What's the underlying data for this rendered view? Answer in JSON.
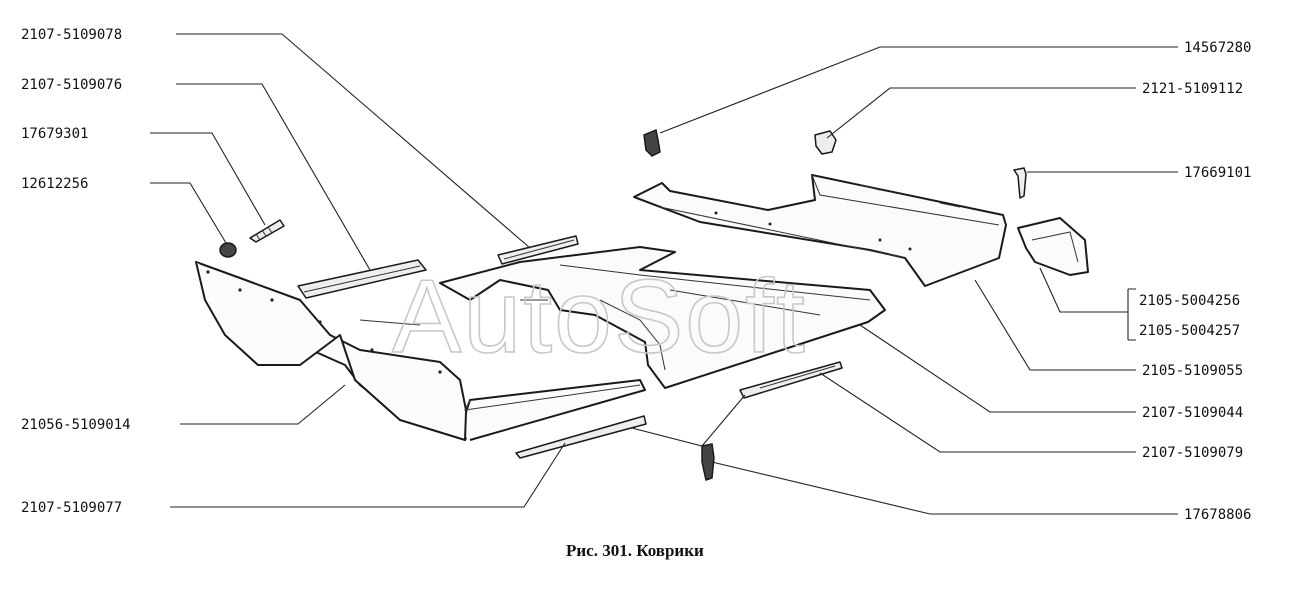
{
  "caption": "Рис. 301. Коврики",
  "watermark": "AutoSoft",
  "labels_left": {
    "l1": "2107-5109078",
    "l2": "2107-5109076",
    "l3": "17679301",
    "l4": "12612256",
    "l5": "21056-5109014",
    "l6": "2107-5109077"
  },
  "labels_right": {
    "r1": "14567280",
    "r2": "2121-5109112",
    "r3": "17669101",
    "r4a": "2105-5004256",
    "r4b": "2105-5004257",
    "r5": "2105-5109055",
    "r6": "2107-5109044",
    "r7": "2107-5109079",
    "r8": "17678806"
  }
}
